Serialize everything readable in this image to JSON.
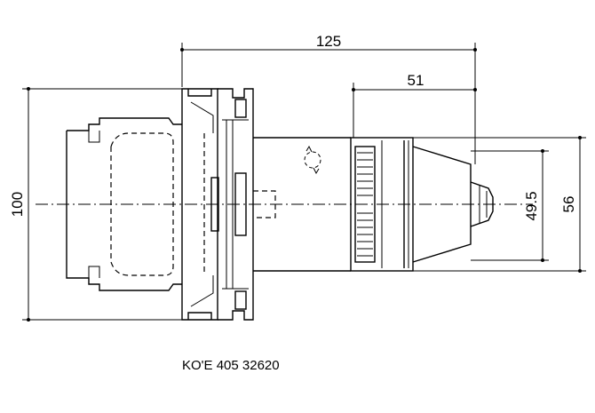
{
  "drawing": {
    "dimensions": {
      "overall_length": "125",
      "chuck_length": "51",
      "flange_diameter": "100",
      "chuck_bore": "49.5",
      "body_diameter": "56"
    },
    "part_code": "KO'E 405 32620"
  },
  "colors": {
    "line": "#000000",
    "background": "#ffffff"
  }
}
